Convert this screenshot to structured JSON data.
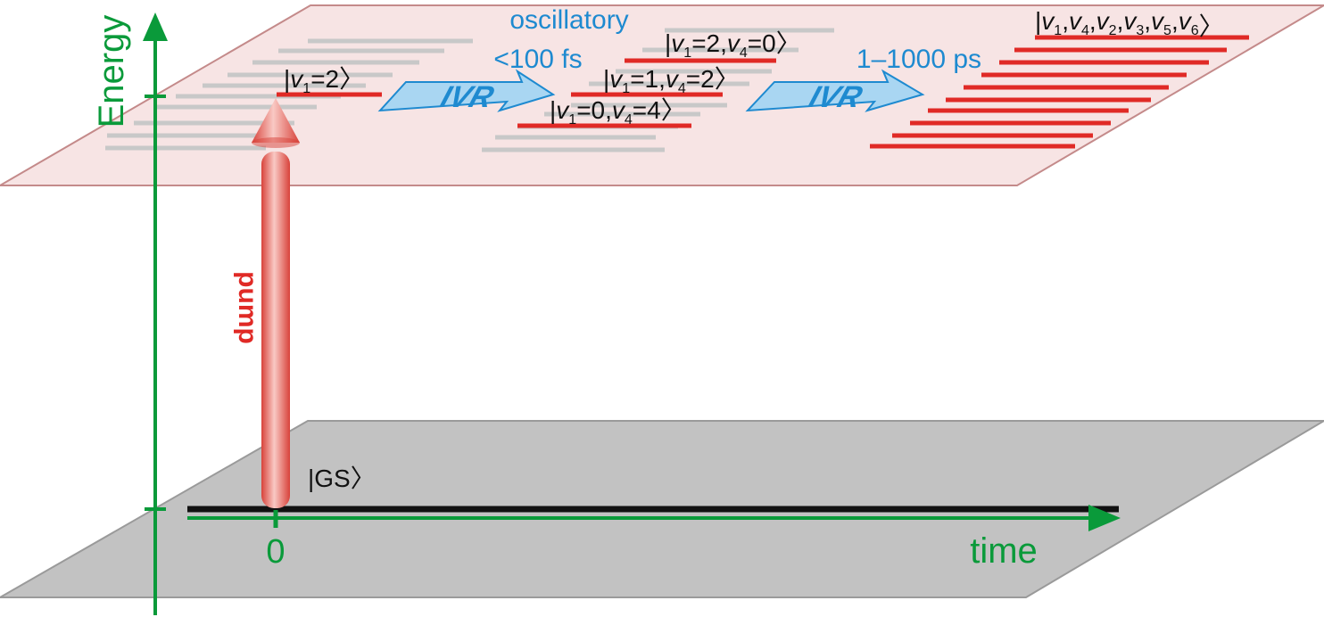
{
  "axes": {
    "energy_label": "Energy",
    "time_label": "time",
    "time_origin_label": "0"
  },
  "pump": {
    "label": "pump"
  },
  "ground_state": {
    "label": "|GS〉"
  },
  "ivr": {
    "label": "IVR",
    "first_annotation_line1": "oscillatory",
    "first_annotation_line2": "<100 fs",
    "second_annotation": "1–1000 ps"
  },
  "states": {
    "v1_2": {
      "ket": "|",
      "v": "v",
      "sub1": "1",
      "rest": "=2",
      "close": "〉"
    },
    "v1_2_v4_0": {
      "ket": "|",
      "v1": "v",
      "s1": "1",
      "mid": "=2,",
      "v4": "v",
      "s4": "4",
      "rest": "=0",
      "close": "〉"
    },
    "v1_1_v4_2": {
      "ket": "|",
      "v1": "v",
      "s1": "1",
      "mid": "=1,",
      "v4": "v",
      "s4": "4",
      "rest": "=2",
      "close": "〉"
    },
    "v1_0_v4_4": {
      "ket": "|",
      "v1": "v",
      "s1": "1",
      "mid": "=0,",
      "v4": "v",
      "s4": "4",
      "rest": "=4",
      "close": "〉"
    },
    "bath": {
      "ket": "|",
      "modes": [
        {
          "v": "v",
          "sub": "1",
          "sep": ","
        },
        {
          "v": "v",
          "sub": "4",
          "sep": ","
        },
        {
          "v": "v",
          "sub": "2",
          "sep": ","
        },
        {
          "v": "v",
          "sub": "3",
          "sep": ","
        },
        {
          "v": "v",
          "sub": "5",
          "sep": ","
        },
        {
          "v": "v",
          "sub": "6",
          "sep": ""
        }
      ],
      "close": "〉"
    }
  },
  "colors": {
    "axis_green": "#0a9a3a",
    "ivr_blue": "#1e8ad0",
    "ivr_fill": "#a9d6f2",
    "state_red": "#e02a26",
    "level_gray": "#c8c8c8",
    "upper_plane": "#f7e4e4",
    "lower_plane": "#c2c2c2"
  }
}
